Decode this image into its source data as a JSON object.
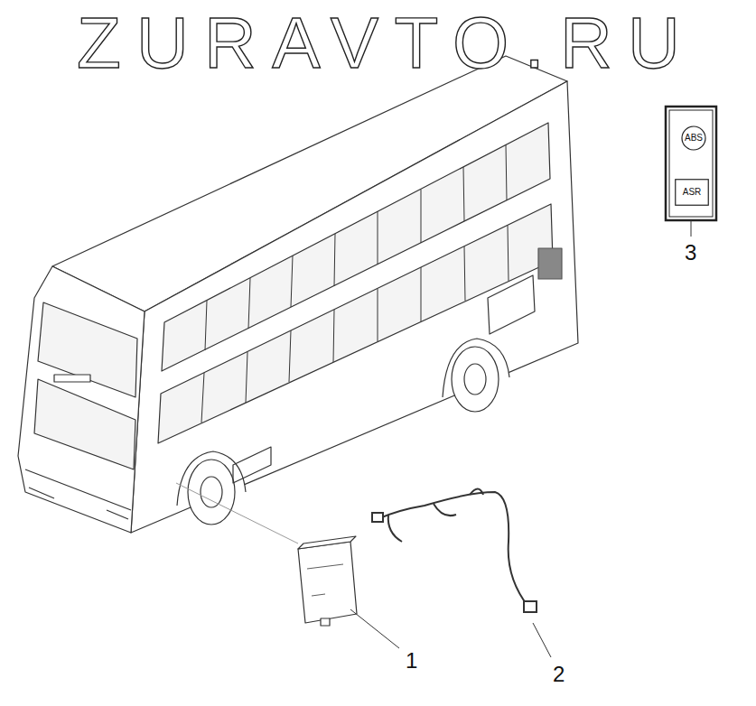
{
  "diagram": {
    "nodes": [
      {
        "text": [
          "ABS"
        ]
      },
      {
        "text": [
          "ASR"
        ]
      }
    ],
    "labels": [
      "ZURAVTO.RU",
      "1",
      "2",
      "3"
    ]
  }
}
